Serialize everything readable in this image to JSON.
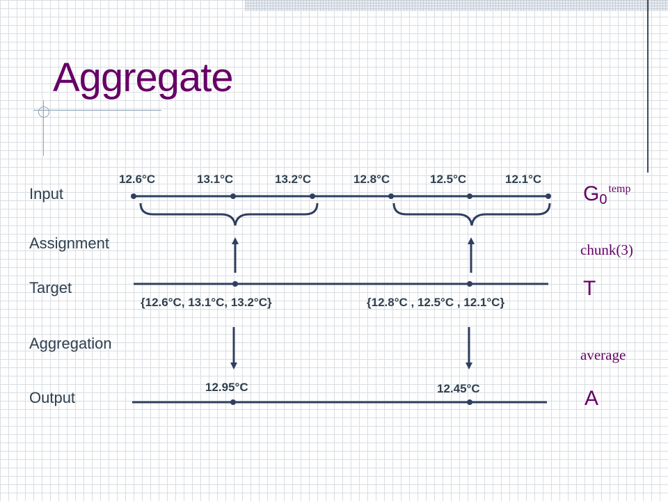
{
  "slide": {
    "title": "Aggregate"
  },
  "rows": {
    "input": "Input",
    "assignment": "Assignment",
    "target": "Target",
    "aggregation": "Aggregation",
    "output": "Output"
  },
  "input_values": [
    "12.6°C",
    "13.1°C",
    "13.2°C",
    "12.8°C",
    "12.5°C",
    "12.1°C"
  ],
  "target_values": [
    "{12.6°C, 13.1°C, 13.2°C}",
    "{12.8°C , 12.5°C , 12.1°C}"
  ],
  "output_values": [
    "12.95°C",
    "12.45°C"
  ],
  "symbols": {
    "input_base": "G",
    "input_sub": "0",
    "input_sup": "temp",
    "assignment_op": "chunk(3)",
    "target": "T",
    "aggregation_op": "average",
    "output": "A"
  },
  "colors": {
    "title": "#660066",
    "line": "#2f3f5f",
    "text": "#2f3f4f"
  }
}
